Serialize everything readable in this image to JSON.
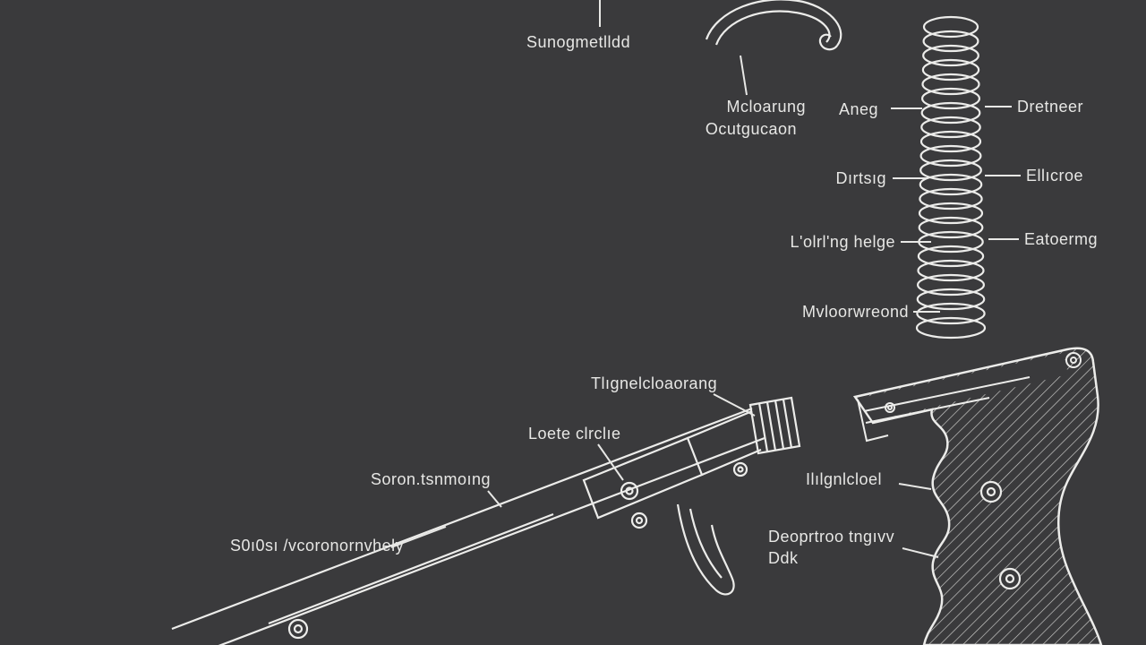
{
  "canvas": {
    "background": "#3a3a3c",
    "ink": "#ececea"
  },
  "diagram": {
    "subject": "exploded parts diagram of a pistol-grip tool with spring and trigger assembly"
  },
  "labels": {
    "top_part": "Sunogmetlldd",
    "mcloarung": "Mcloarung",
    "ocutgucaon": "Ocutgucaon",
    "aneg": "Aneg",
    "dretneer": "Dretneer",
    "dirtsig": "Dırtsıg",
    "ellicroe": "Ellıcroe",
    "lolrlng": "L'olrl'ng helge",
    "eatoermg": "Eatoermg",
    "mvloorwreond": "Mvloorwreond",
    "tlignel": "Tlıgnelcloaorang",
    "loete": "Loete clrclıe",
    "soron": "Soron.tsnmoıng",
    "ilignl": "Ilılgnlcloel",
    "deoprtroo": "Deoprtroo tngıvv",
    "ddk": "Ddk",
    "s0i0si": "S0ı0sı /vcoronornvhely"
  }
}
